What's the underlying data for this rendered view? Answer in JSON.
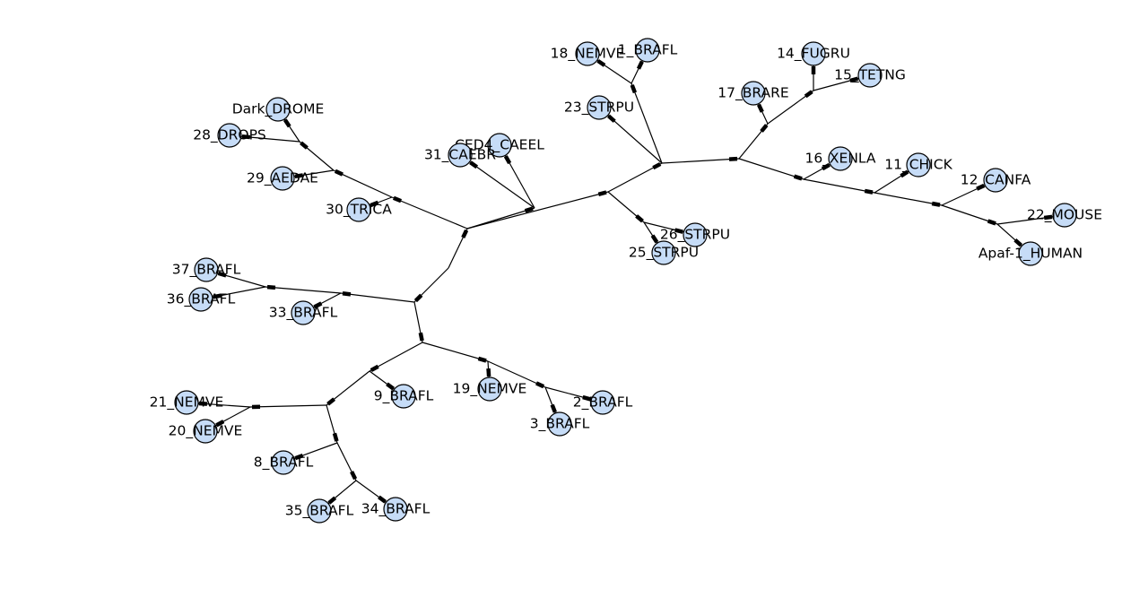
{
  "diagram": {
    "type": "unrooted phylogenetic tree (networkx-style graph)",
    "node_fill": "#c6dcf7",
    "edge_color": "#000000",
    "leaves": [
      {
        "id": "18_NEMVE",
        "label": "18_NEMVE"
      },
      {
        "id": "1_BRAFL",
        "label": "1_BRAFL"
      },
      {
        "id": "14_FUGRU",
        "label": "14_FUGRU"
      },
      {
        "id": "15_TETNG",
        "label": "15_TETNG"
      },
      {
        "id": "17_BRARE",
        "label": "17_BRARE"
      },
      {
        "id": "23_STRPU",
        "label": "23_STRPU"
      },
      {
        "id": "Dark_DROME",
        "label": "Dark_DROME"
      },
      {
        "id": "28_DROPS",
        "label": "28_DROPS"
      },
      {
        "id": "CED4_CAEEL",
        "label": "CED4_CAEEL"
      },
      {
        "id": "31_CAEBR",
        "label": "31_CAEBR"
      },
      {
        "id": "16_XENLA",
        "label": "16_XENLA"
      },
      {
        "id": "11_CHICK",
        "label": "11_CHICK"
      },
      {
        "id": "12_CANFA",
        "label": "12_CANFA"
      },
      {
        "id": "29_AEDAE",
        "label": "29_AEDAE"
      },
      {
        "id": "30_TRICA",
        "label": "30_TRICA"
      },
      {
        "id": "22_MOUSE",
        "label": "22_MOUSE"
      },
      {
        "id": "26_STRPU",
        "label": "26_STRPU"
      },
      {
        "id": "25_STRPU",
        "label": "25_STRPU"
      },
      {
        "id": "Apaf-1_HUMAN",
        "label": "Apaf-1_HUMAN"
      },
      {
        "id": "37_BRAFL",
        "label": "37_BRAFL"
      },
      {
        "id": "36_BRAFL",
        "label": "36_BRAFL"
      },
      {
        "id": "33_BRAFL",
        "label": "33_BRAFL"
      },
      {
        "id": "9_BRAFL",
        "label": "9_BRAFL"
      },
      {
        "id": "19_NEMVE",
        "label": "19_NEMVE"
      },
      {
        "id": "2_BRAFL",
        "label": "2_BRAFL"
      },
      {
        "id": "21_NEMVE",
        "label": "21_NEMVE"
      },
      {
        "id": "3_BRAFL",
        "label": "3_BRAFL"
      },
      {
        "id": "20_NEMVE",
        "label": "20_NEMVE"
      },
      {
        "id": "8_BRAFL",
        "label": "8_BRAFL"
      },
      {
        "id": "35_BRAFL",
        "label": "35_BRAFL"
      },
      {
        "id": "34_BRAFL",
        "label": "34_BRAFL"
      }
    ],
    "edges": [
      [
        "i_root",
        "i_bot"
      ],
      [
        "i_root",
        "i_midA"
      ],
      [
        "i_root",
        "i_mid_left"
      ],
      [
        "i_mid_left",
        "i_left_up"
      ],
      [
        "i_left_up",
        "30_TRICA"
      ],
      [
        "i_left_up",
        "i_drome_grp"
      ],
      [
        "i_drome_grp",
        "29_AEDAE"
      ],
      [
        "i_drome_grp",
        "i_drome2"
      ],
      [
        "i_drome2",
        "28_DROPS"
      ],
      [
        "i_drome2",
        "Dark_DROME"
      ],
      [
        "i_mid_left",
        "i_cae"
      ],
      [
        "i_cae",
        "31_CAEBR"
      ],
      [
        "i_cae",
        "CED4_CAEEL"
      ],
      [
        "i_mid_left",
        "i_center"
      ],
      [
        "i_center",
        "i_strpu2"
      ],
      [
        "i_strpu2",
        "26_STRPU"
      ],
      [
        "i_strpu2",
        "25_STRPU"
      ],
      [
        "i_center",
        "i_top"
      ],
      [
        "i_top",
        "23_STRPU"
      ],
      [
        "i_top",
        "i_top2"
      ],
      [
        "i_top2",
        "18_NEMVE"
      ],
      [
        "i_top2",
        "1_BRAFL"
      ],
      [
        "i_top",
        "i_vert"
      ],
      [
        "i_vert",
        "i_fish"
      ],
      [
        "i_fish",
        "17_BRARE"
      ],
      [
        "i_fish",
        "i_fish2"
      ],
      [
        "i_fish2",
        "14_FUGRU"
      ],
      [
        "i_fish2",
        "15_TETNG"
      ],
      [
        "i_vert",
        "i_tetra"
      ],
      [
        "i_tetra",
        "16_XENLA"
      ],
      [
        "i_tetra",
        "i_amn"
      ],
      [
        "i_amn",
        "11_CHICK"
      ],
      [
        "i_amn",
        "i_mam"
      ],
      [
        "i_mam",
        "12_CANFA"
      ],
      [
        "i_mam",
        "i_mam2"
      ],
      [
        "i_mam2",
        "22_MOUSE"
      ],
      [
        "i_mam2",
        "Apaf-1_HUMAN"
      ],
      [
        "i_bot",
        "i_b37"
      ],
      [
        "i_b37",
        "33_BRAFL"
      ],
      [
        "i_b37",
        "i_b37b"
      ],
      [
        "i_b37b",
        "37_BRAFL"
      ],
      [
        "i_b37b",
        "36_BRAFL"
      ],
      [
        "i_bot",
        "i_bot2"
      ],
      [
        "i_bot2",
        "i_bright"
      ],
      [
        "i_bright",
        "19_NEMVE"
      ],
      [
        "i_bright",
        "i_bright2"
      ],
      [
        "i_bright2",
        "2_BRAFL"
      ],
      [
        "i_bright2",
        "3_BRAFL"
      ],
      [
        "i_bot2",
        "i_bleft"
      ],
      [
        "i_bleft",
        "9_BRAFL"
      ],
      [
        "i_bleft",
        "i_bleft2"
      ],
      [
        "i_bleft2",
        "i_nemve"
      ],
      [
        "i_nemve",
        "21_NEMVE"
      ],
      [
        "i_nemve",
        "20_NEMVE"
      ],
      [
        "i_bleft2",
        "i_bl3"
      ],
      [
        "i_bl3",
        "8_BRAFL"
      ],
      [
        "i_bl3",
        "i_bl4"
      ],
      [
        "i_bl4",
        "35_BRAFL"
      ],
      [
        "i_bl4",
        "34_BRAFL"
      ]
    ]
  }
}
